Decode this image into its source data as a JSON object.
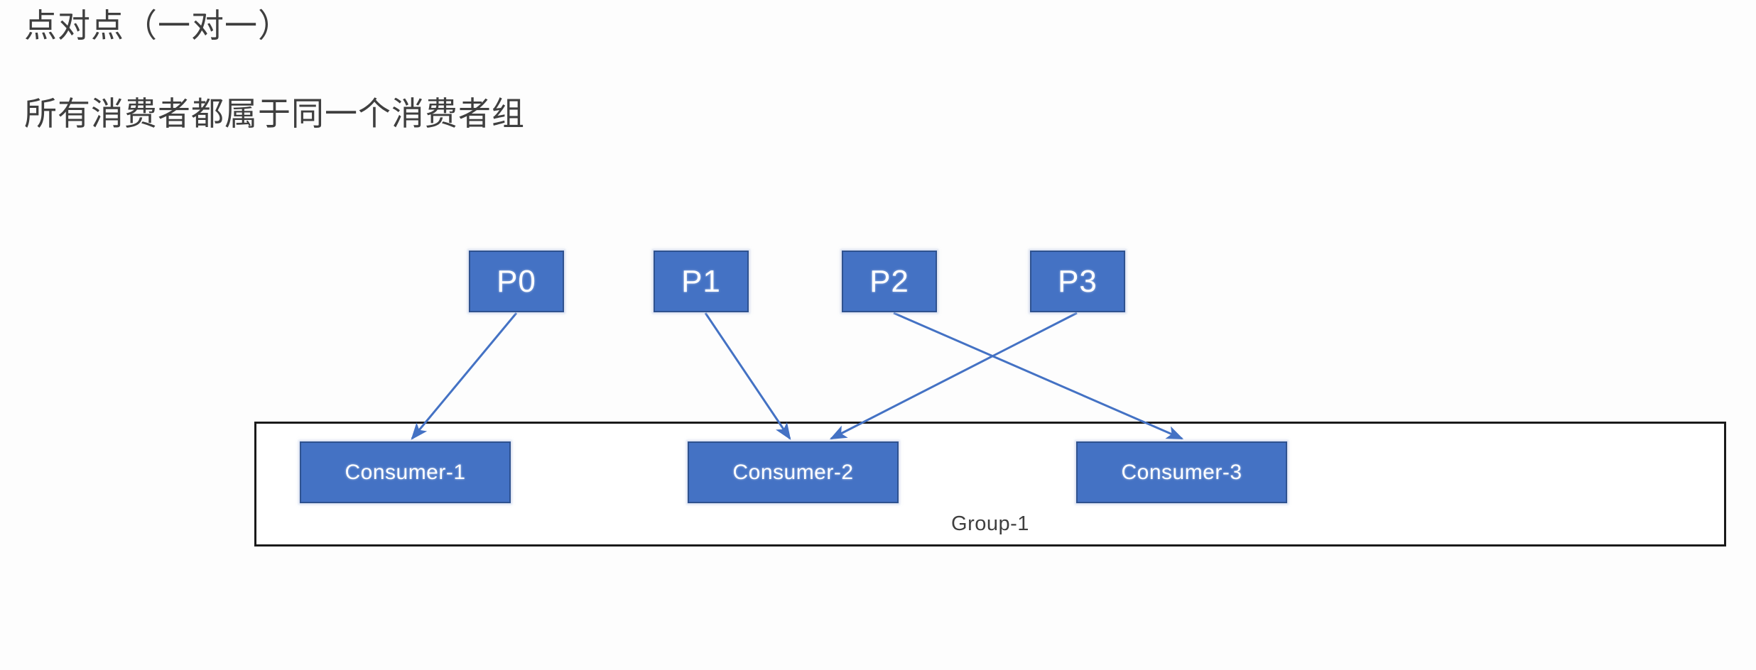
{
  "headings": {
    "title": "点对点（一对一）",
    "subtitle": "所有消费者都属于同一个消费者组"
  },
  "colors": {
    "box_fill": "#4472C4",
    "box_border": "#2F528F",
    "connector": "#4472C4",
    "group_border": "#1A1A1A",
    "text_dark": "#3F3F3F",
    "box_text": "#FFFFFF",
    "page_background": "#FDFDFD"
  },
  "diagram": {
    "type": "point-to-point-messaging",
    "partitions": [
      {
        "id": "P0",
        "label": "P0"
      },
      {
        "id": "P1",
        "label": "P1"
      },
      {
        "id": "P2",
        "label": "P2"
      },
      {
        "id": "P3",
        "label": "P3"
      }
    ],
    "group": {
      "label": "Group-1",
      "consumers": [
        {
          "id": "C1",
          "label": "Consumer-1"
        },
        {
          "id": "C2",
          "label": "Consumer-2"
        },
        {
          "id": "C3",
          "label": "Consumer-3"
        }
      ]
    },
    "connections": [
      {
        "from": "P0",
        "to": "Consumer-1"
      },
      {
        "from": "P1",
        "to": "Consumer-2"
      },
      {
        "from": "P2",
        "to": "Consumer-3"
      },
      {
        "from": "P3",
        "to": "Consumer-2"
      }
    ]
  }
}
